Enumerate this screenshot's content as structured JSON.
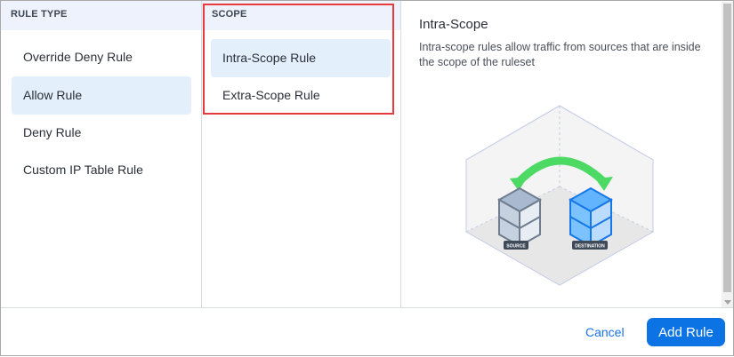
{
  "rule_type": {
    "header": "RULE TYPE",
    "items": [
      {
        "label": "Override Deny Rule",
        "selected": false
      },
      {
        "label": "Allow Rule",
        "selected": true
      },
      {
        "label": "Deny Rule",
        "selected": false
      },
      {
        "label": "Custom IP Table Rule",
        "selected": false
      }
    ]
  },
  "scope": {
    "header": "SCOPE",
    "items": [
      {
        "label": "Intra-Scope Rule",
        "selected": true
      },
      {
        "label": "Extra-Scope Rule",
        "selected": false
      }
    ]
  },
  "detail": {
    "title": "Intra-Scope",
    "description": "Intra-scope rules allow traffic from sources that are inside the scope of the ruleset",
    "illustration": {
      "source_label": "SOURCE",
      "destination_label": "DESTINATION"
    }
  },
  "footer": {
    "cancel_label": "Cancel",
    "add_label": "Add Rule"
  },
  "colors": {
    "accent": "#0b73e3",
    "highlight": "#e8393f",
    "selected_bg": "#e3effb",
    "arrow": "#4cd964"
  }
}
